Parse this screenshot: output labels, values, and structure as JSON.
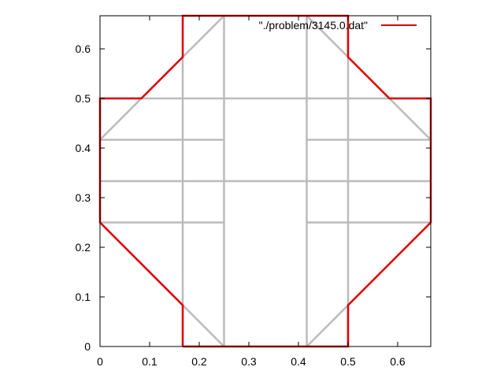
{
  "chart_data": {
    "type": "line",
    "title": "",
    "xlabel": "",
    "ylabel": "",
    "xlim": [
      0,
      0.6667
    ],
    "ylim": [
      0,
      0.6667
    ],
    "xticks": [
      0,
      0.1,
      0.2,
      0.3,
      0.4,
      0.5,
      0.6
    ],
    "yticks": [
      0,
      0.1,
      0.2,
      0.3,
      0.4,
      0.5,
      0.6
    ],
    "xtick_labels": [
      "0",
      "0.1",
      "0.2",
      "0.3",
      "0.4",
      "0.5",
      "0.6"
    ],
    "ytick_labels": [
      "0",
      "0.1",
      "0.2",
      "0.3",
      "0.4",
      "0.5",
      "0.6"
    ],
    "grid": false,
    "legend_position": "top-right",
    "series": [
      {
        "name": "\"./problem/3145.0.dat\"",
        "color": "#e00000",
        "points": [
          [
            0.1667,
            0
          ],
          [
            0.5,
            0
          ],
          [
            0.5,
            0.0833
          ],
          [
            0.6667,
            0.25
          ],
          [
            0.6667,
            0.5
          ],
          [
            0.5833,
            0.5
          ],
          [
            0.5,
            0.5833
          ],
          [
            0.5,
            0.6667
          ],
          [
            0.1667,
            0.6667
          ],
          [
            0.1667,
            0.5833
          ],
          [
            0.0833,
            0.5
          ],
          [
            0,
            0.5
          ],
          [
            0,
            0.25
          ],
          [
            0.1667,
            0.0833
          ],
          [
            0.1667,
            0
          ]
        ]
      }
    ],
    "mesh": {
      "color": "#bbbbbb",
      "segments": [
        [
          [
            0,
            0.25
          ],
          [
            0.25,
            0.25
          ]
        ],
        [
          [
            0.4167,
            0.25
          ],
          [
            0.6667,
            0.25
          ]
        ],
        [
          [
            0,
            0.3333
          ],
          [
            0.6667,
            0.3333
          ]
        ],
        [
          [
            0,
            0.4167
          ],
          [
            0.25,
            0.4167
          ]
        ],
        [
          [
            0.4167,
            0.4167
          ],
          [
            0.6667,
            0.4167
          ]
        ],
        [
          [
            0,
            0.5
          ],
          [
            0.6667,
            0.5
          ]
        ],
        [
          [
            0.1667,
            0
          ],
          [
            0.1667,
            0.6667
          ]
        ],
        [
          [
            0.25,
            0
          ],
          [
            0.25,
            0.6667
          ]
        ],
        [
          [
            0.4167,
            0
          ],
          [
            0.4167,
            0.6667
          ]
        ],
        [
          [
            0.5,
            0
          ],
          [
            0.5,
            0.6667
          ]
        ],
        [
          [
            0.1667,
            0.0833
          ],
          [
            0.25,
            0
          ]
        ],
        [
          [
            0.4167,
            0
          ],
          [
            0.5,
            0.0833
          ]
        ],
        [
          [
            0,
            0.4167
          ],
          [
            0.25,
            0.6667
          ]
        ],
        [
          [
            0.4167,
            0.6667
          ],
          [
            0.6667,
            0.4167
          ]
        ],
        [
          [
            0,
            0.25
          ],
          [
            0.1667,
            0.0833
          ]
        ],
        [
          [
            0.5,
            0.0833
          ],
          [
            0.6667,
            0.25
          ]
        ]
      ]
    }
  }
}
